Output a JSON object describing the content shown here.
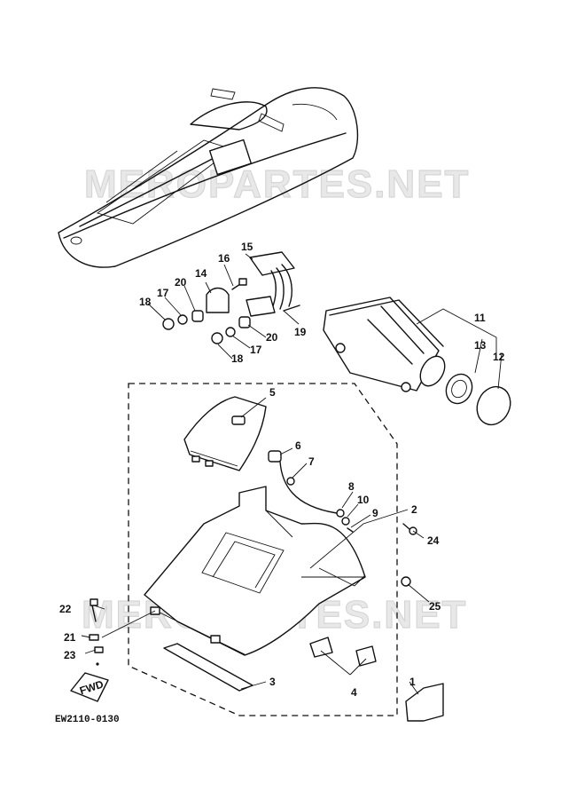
{
  "watermark": "MEROPARTES.NET",
  "diagram_code": "EW2110-0130",
  "fwd_label": "FWD",
  "part_labels": {
    "p1": "1",
    "p2": "2",
    "p3": "3",
    "p4": "4",
    "p5": "5",
    "p6": "6",
    "p7": "7",
    "p8": "8",
    "p9": "9",
    "p10": "10",
    "p11": "11",
    "p12": "12",
    "p13": "13",
    "p14": "14",
    "p15": "15",
    "p16": "16",
    "p17": "17",
    "p18": "18",
    "p19": "19",
    "p20": "20",
    "p21": "21",
    "p22": "22",
    "p23": "23",
    "p24": "24",
    "p25": "25"
  }
}
